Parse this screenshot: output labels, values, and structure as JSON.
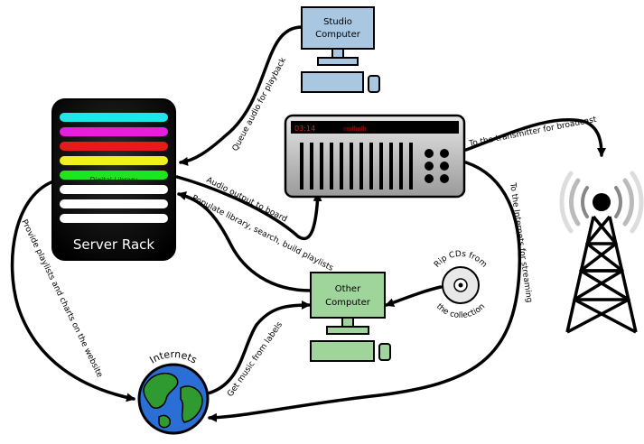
{
  "nodes": {
    "server_rack": {
      "label": "Server Rack",
      "library_label": "Digital Library",
      "stripe_colors": [
        "#1ee6ea",
        "#e61ee0",
        "#e61a1a",
        "#f0f01e",
        "#1ee61e",
        "#ffffff",
        "#ffffff",
        "#ffffff"
      ]
    },
    "studio_computer": {
      "label_line1": "Studio",
      "label_line2": "Computer",
      "color": "#a9c7e0"
    },
    "other_computer": {
      "label_line1": "Other",
      "label_line2": "Computer",
      "color": "#9fd49a"
    },
    "board": {
      "display_time": "03:14",
      "display_meter": "ıııııllıııllı"
    },
    "internets": {
      "label": "Internets"
    },
    "cd": {
      "label_line1": "Rip CDs from",
      "label_line2": "the collection"
    }
  },
  "edges": {
    "queue_audio": "Queue audio for playback",
    "audio_output": "Audio output to board",
    "populate_library": "Populate library, search, build playlists",
    "to_transmitter": "To the transmitter for broadcast",
    "to_internets_streaming": "To the Internets for streaming",
    "provide_playlists": "Provide playlists and charts on the website",
    "get_music": "Get music from labels"
  }
}
